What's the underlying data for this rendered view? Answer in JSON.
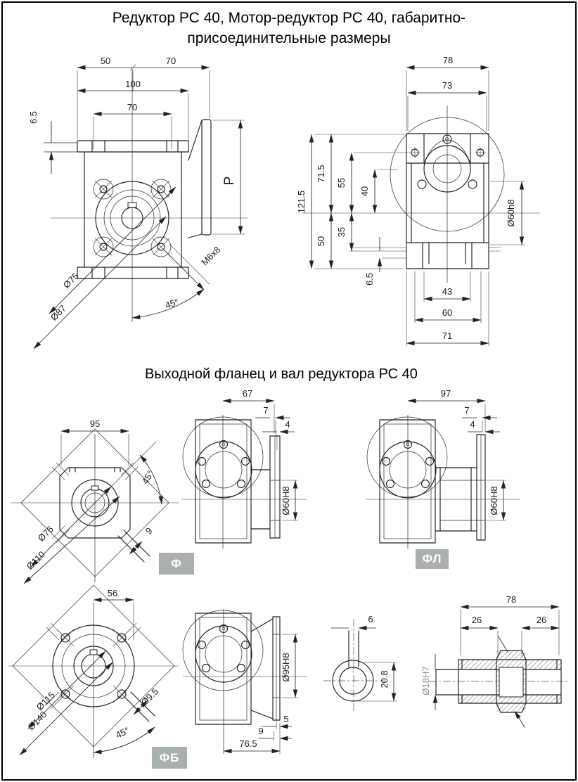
{
  "page": {
    "title_line1": "Редуктор РС 40, Мотор-редуктор РС 40, габаритно-",
    "title_line2": "присоединительные размеры",
    "section2_title": "Выходной фланец и вал редуктора РС 40"
  },
  "colors": {
    "line": "#1f1f1f",
    "centerline": "#949a98",
    "badge_bg": "#a9b0ae",
    "badge_text": "#ffffff"
  },
  "views": {
    "gearbox_side": {
      "dims": {
        "w50": "50",
        "w70_top": "70",
        "w100": "100",
        "w70_inner": "70",
        "h6_5": "6.5",
        "p": "P",
        "d75": "Ø75",
        "d87": "Ø87",
        "thread": "M6x8",
        "angle": "45°"
      }
    },
    "gearbox_front": {
      "dims": {
        "w78": "78",
        "w73": "73",
        "h121_5": "121.5",
        "h71_5": "71.5",
        "h55": "55",
        "h40": "40",
        "h50": "50",
        "h35": "35",
        "h6_5": "6.5",
        "w43": "43",
        "w60": "60",
        "w71": "71",
        "shaft": "Ø60h8"
      }
    },
    "flange_f_front": {
      "dims": {
        "w95": "95",
        "d76": "Ø76",
        "d110": "Ø110",
        "angle": "45°",
        "w9": "9"
      }
    },
    "flange_f_side": {
      "badge": "Ф",
      "dims": {
        "w67": "67",
        "w7": "7",
        "w4": "4",
        "bore": "Ø60H8"
      }
    },
    "flange_fl_side": {
      "badge": "ФЛ",
      "dims": {
        "w97": "97",
        "w7": "7",
        "w4": "4",
        "bore": "Ø60H8"
      }
    },
    "flange_fb_front": {
      "dims": {
        "w56": "56",
        "d115": "Ø115",
        "d140": "Ø140",
        "d9_5": "Ø9.5",
        "angle": "45°"
      }
    },
    "flange_fb_side": {
      "badge": "ФБ",
      "dims": {
        "bore": "Ø95H8",
        "w5": "5",
        "w9": "9",
        "w76_5": "76.5"
      }
    },
    "shaft_end": {
      "dims": {
        "w6": "6",
        "h20_8": "20.8"
      }
    },
    "shaft_section": {
      "dims": {
        "w78": "78",
        "w26a": "26",
        "w26b": "26",
        "bore": "Ø18H7"
      }
    }
  }
}
